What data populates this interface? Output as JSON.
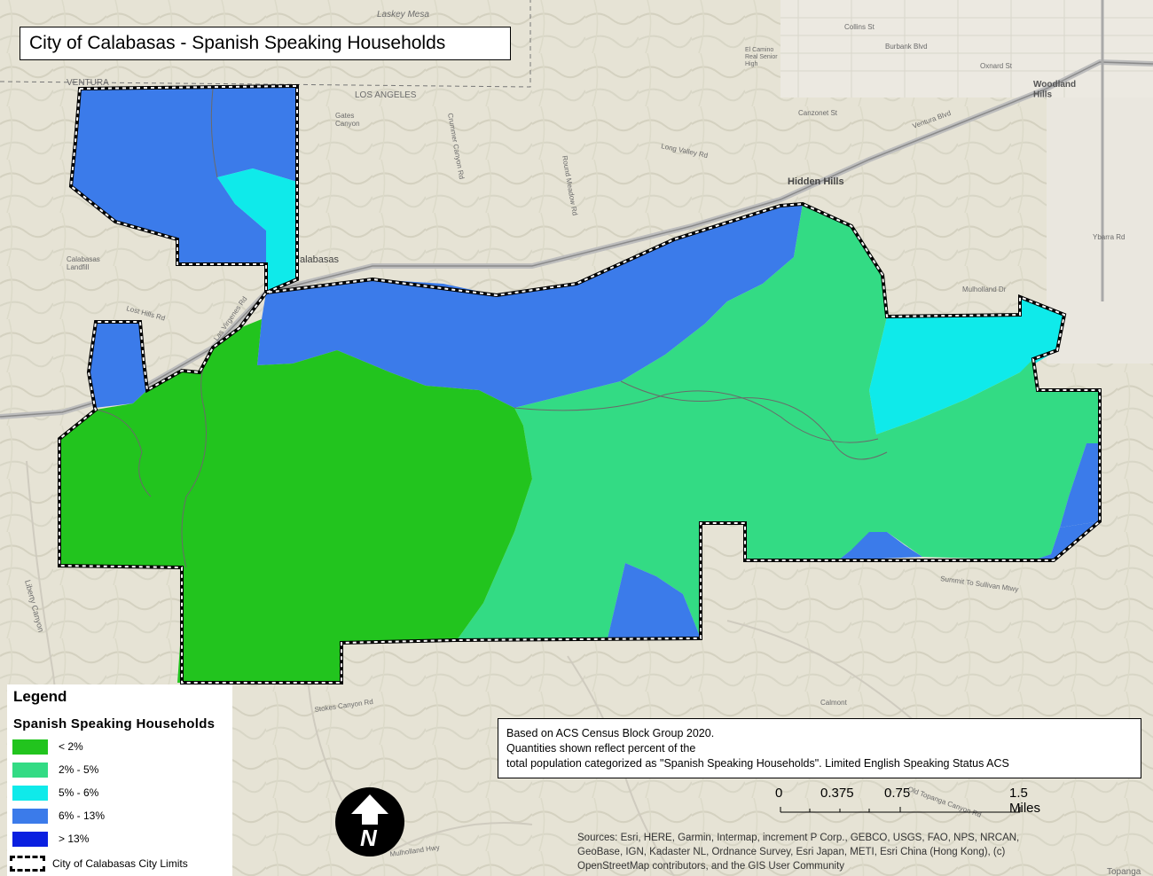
{
  "map": {
    "title": "City of Calabasas - Spanish Speaking Households",
    "place_labels": {
      "laskey_mesa": "Laskey Mesa",
      "ventura": "VENTURA",
      "los_angeles": "LOS ANGELES",
      "calabasas": "alabasas",
      "hidden_hills": "Hidden Hills",
      "woodland_hills": "Woodland\nHills",
      "calabasas_landfill": "Calabasas\nLandfill",
      "el_camino": "El Camino\nReal Senior\nHigh",
      "calmont": "Calmont",
      "topanga": "Topanga",
      "gates_canyon": "Gates\nCanyon"
    },
    "road_labels": {
      "collins": "Collins St",
      "burbank": "Burbank Blvd",
      "oxnard": "Oxnard St",
      "canzonet": "Canzonet St",
      "ventura_blvd": "Ventura Blvd",
      "long_valley": "Long Valley Rd",
      "mulholland": "Mulholland Dr",
      "mulholland_hwy": "Mulholland Hwy",
      "stokes": "Stokes Canyon Rd",
      "summit": "Summit To Sullivan Mtwy",
      "lost_hills": "Lost Hills Rd",
      "las_virgenes": "Las Virgenes Rd",
      "crummer": "Crummer Canyon Rd",
      "round_meadow": "Round Meadow Rd",
      "old_topanga": "Old Topanga Canyon Rd",
      "ybarra": "Ybarra Rd",
      "liberty_canyon": "Liberty Canyon"
    }
  },
  "legend": {
    "heading": "Legend",
    "subheading": "Spanish Speaking Households",
    "classes": [
      {
        "label": "< 2%",
        "color": "#22c41e"
      },
      {
        "label": "2% - 5%",
        "color": "#33db84"
      },
      {
        "label": "5% - 6%",
        "color": "#0feaea"
      },
      {
        "label": "6% - 13%",
        "color": "#3b7bea"
      },
      {
        "label": "> 13%",
        "color": "#0a1fe0"
      }
    ],
    "limits_label": "City of Calabasas City Limits"
  },
  "note": {
    "line1": "Based on ACS Census Block Group 2020.",
    "line2": "Quantities shown reflect percent of the",
    "line3": " total population categorized as \"Spanish Speaking Households\". Limited English Speaking Status ACS"
  },
  "scale_bar": {
    "ticks": [
      "0",
      "0.375",
      "0.75",
      "1.5 Miles"
    ]
  },
  "north_arrow": {
    "letter": "N"
  },
  "sources": {
    "line1": "Sources: Esri, HERE, Garmin, Intermap, increment P Corp., GEBCO, USGS, FAO, NPS, NRCAN,",
    "line2": "GeoBase, IGN, Kadaster NL, Ordnance Survey, Esri Japan, METI, Esri China (Hong Kong), (c)",
    "line3": "OpenStreetMap contributors, and the GIS User Community"
  }
}
